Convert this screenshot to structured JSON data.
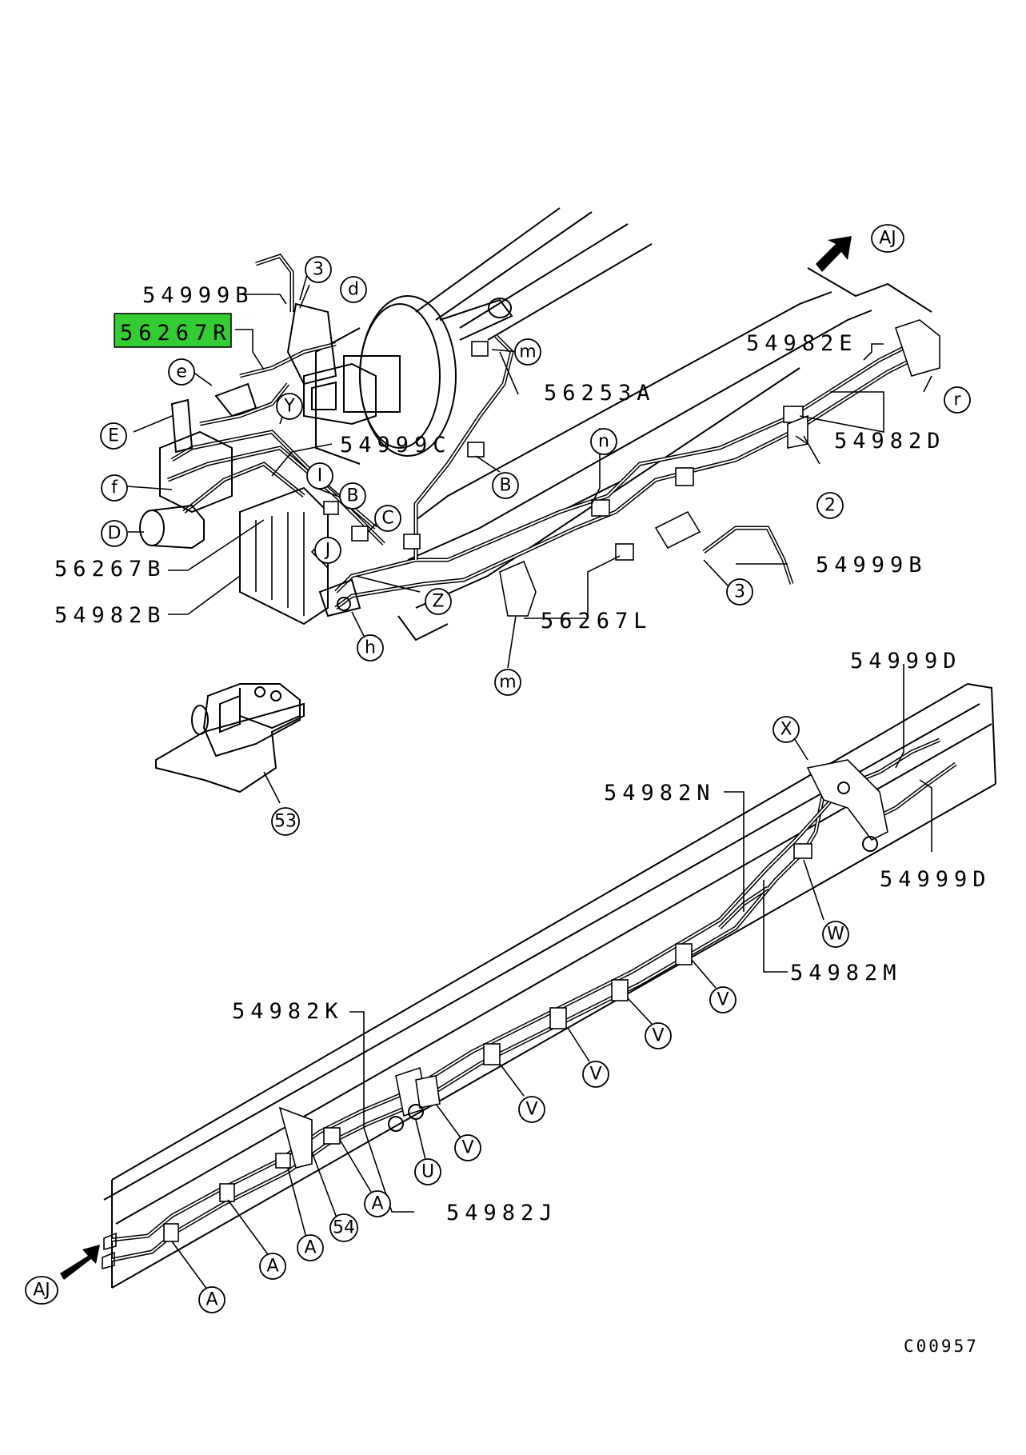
{
  "highlight_color": "#33cc33",
  "diagram_code": "C00957",
  "part_labels": {
    "p54999B_top": "54999B",
    "p56267R": "56267R",
    "p54982E": "54982E",
    "p56253A": "56253A",
    "p54999C": "54999C",
    "p54982D": "54982D",
    "p56267B": "56267B",
    "p54999B_right": "54999B",
    "p54982B": "54982B",
    "p56267L": "56267L",
    "p54999D_top": "54999D",
    "p54982N": "54982N",
    "p54999D_right": "54999D",
    "p54982M": "54982M",
    "p54982K": "54982K",
    "p54982J": "54982J"
  },
  "callouts": {
    "c3a": "3",
    "cd": "d",
    "cm1": "m",
    "ce": "e",
    "cY": "Y",
    "cE": "E",
    "cr": "r",
    "cI": "I",
    "cB1": "B",
    "cB2": "B",
    "cn": "n",
    "c2": "2",
    "cf": "f",
    "cC": "C",
    "cD": "D",
    "cJ": "J",
    "cZ": "Z",
    "c3b": "3",
    "ch": "h",
    "cm2": "m",
    "c53": "53",
    "cX": "X",
    "cW": "W",
    "cV1": "V",
    "cV2": "V",
    "cV3": "V",
    "cV4": "V",
    "cV5": "V",
    "cU": "U",
    "cA1": "A",
    "cA2": "A",
    "cA3": "A",
    "cA4": "A",
    "c54": "54",
    "cAJ_top": "AJ",
    "cAJ_bottom": "AJ"
  }
}
